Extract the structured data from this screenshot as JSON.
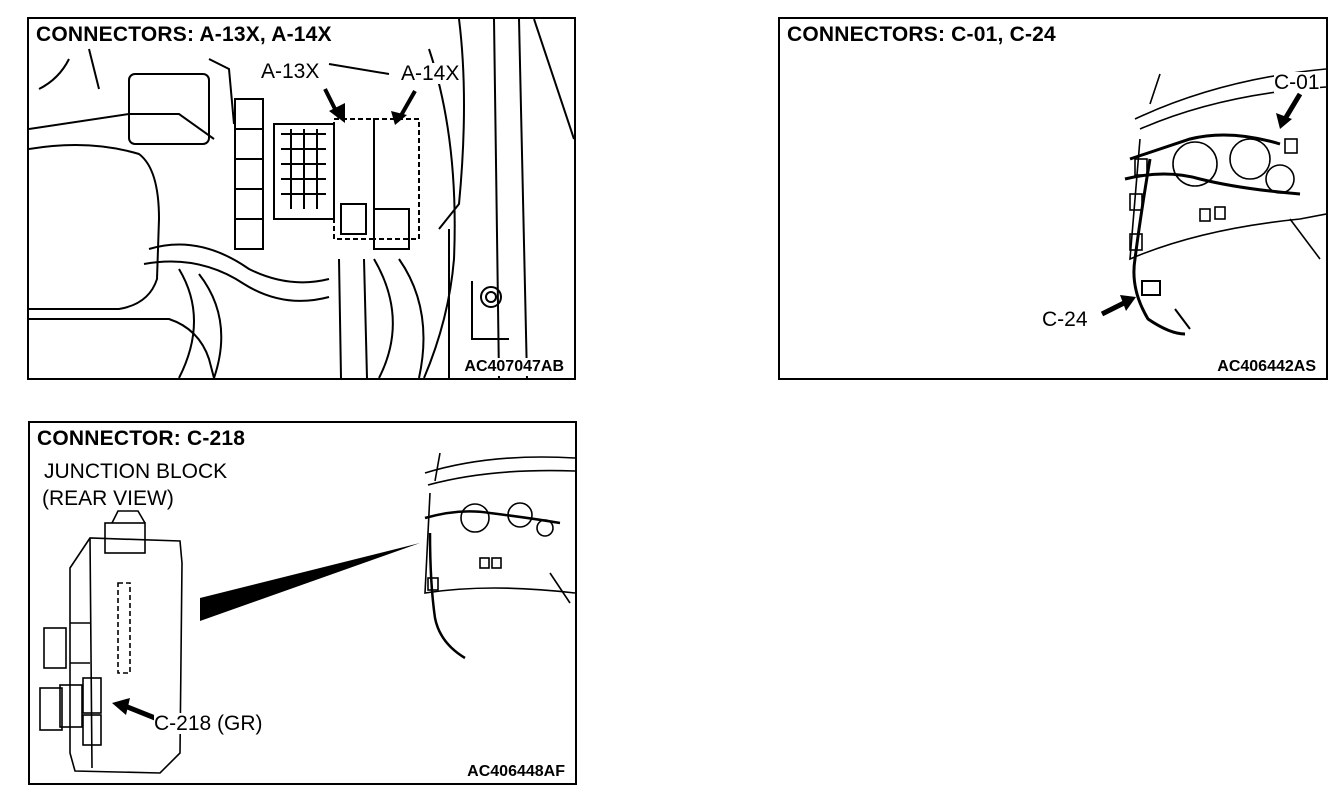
{
  "panels": {
    "a": {
      "title": "CONNECTORS: A-13X, A-14X",
      "callouts": [
        "A-13X",
        "A-14X"
      ],
      "code": "AC407047AB"
    },
    "c": {
      "title": "CONNECTORS: C-01, C-24",
      "callouts": [
        "C-01",
        "C-24"
      ],
      "code": "AC406442AS"
    },
    "j": {
      "title": "CONNECTOR: C-218",
      "subtitle_line1": "JUNCTION BLOCK",
      "subtitle_line2": "(REAR VIEW)",
      "callout": "C-218 (GR)",
      "code": "AC406448AF"
    }
  },
  "colors": {
    "ink": "#000000",
    "paper": "#ffffff"
  }
}
